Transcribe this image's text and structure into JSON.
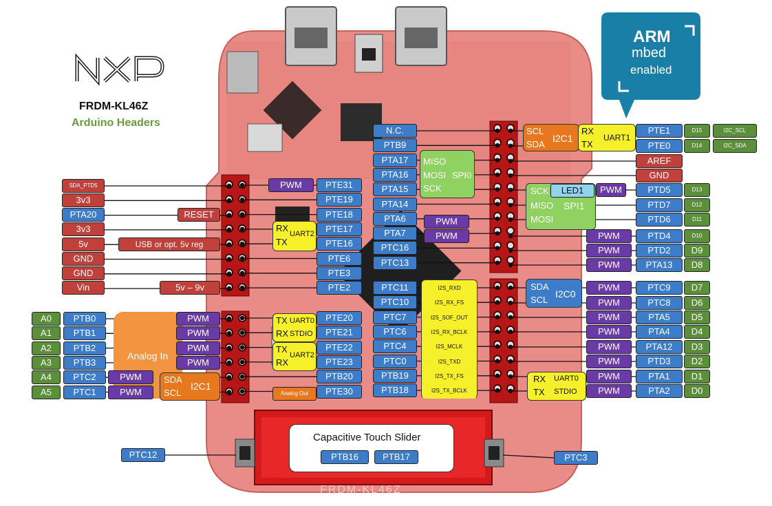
{
  "brand": {
    "logo": "NXP",
    "board_name": "FRDM-KL46Z",
    "subtitle": "Arduino Headers",
    "arm_badge": [
      "ARM",
      "mbed",
      "enabled"
    ],
    "silk_label": "FRDM-KL46Z"
  },
  "colors": {
    "pcb": "#e67a78",
    "pcb_dark": "#c95552",
    "header": "#c21818",
    "blue": "#3d7cc9",
    "red": "#c0403c",
    "green": "#5b8f3a",
    "purple": "#6a3aa6",
    "orange": "#e8781e",
    "yellow": "#f5f02a",
    "light_green": "#8fd262",
    "arm_badge": "#1a7fa6"
  },
  "left_power_header": {
    "sda_ptd5": "SDA_PTD5",
    "v3_1": "3v3",
    "pta20": "PTA20",
    "reset": "RESET",
    "v3_2": "3v3",
    "v5": "5v",
    "usb_note": "USB or opt. 5v reg",
    "gnd_1": "GND",
    "gnd_2": "GND",
    "vin": "Vin",
    "vin_range": "5v – 9v"
  },
  "left_analog_header": {
    "a_labels": [
      "A0",
      "A1",
      "A2",
      "A3",
      "A4",
      "A5"
    ],
    "pins": [
      "PTB0",
      "PTB1",
      "PTB2",
      "PTB3",
      "PTC2",
      "PTC1"
    ],
    "pwm": "PWM",
    "analog_in": "Analog In",
    "i2c_sda": "SDA",
    "i2c_scl": "SCL",
    "i2c": "I2C1"
  },
  "inner_left": {
    "pins_top": [
      "PTE31",
      "PTE19",
      "PTE18",
      "PTE17",
      "PTE16",
      "PTE6",
      "PTE3",
      "PTE2"
    ],
    "pins_bottom": [
      "PTE20",
      "PTE21",
      "PTE22",
      "PTE23",
      "PTB20",
      "PTE30"
    ],
    "pwm": "PWM",
    "uart2": "UART2",
    "rx": "RX",
    "tx": "TX",
    "uart0": "UART0",
    "stdio": "STDIO",
    "analog_out": "Analog Out"
  },
  "inner_right": {
    "pins_top": [
      "N.C.",
      "PTB9",
      "PTA17",
      "PTA16",
      "PTA15",
      "PTA14",
      "PTA6",
      "PTA7",
      "PTC16",
      "PTC13"
    ],
    "pins_bottom": [
      "PTC11",
      "PTC10",
      "PTC7",
      "PTC6",
      "PTC4",
      "PTC0",
      "PTB19",
      "PTB18"
    ],
    "spi_miso": "MISO",
    "spi_mosi": "MOSI",
    "spi_sck": "SCK",
    "spi": "SPI0",
    "pwm": "PWM",
    "i2s": [
      "I2S_RXD",
      "I2S_RX_FS",
      "I2S_SOF_OUT",
      "I2S_RX_BCLK",
      "I2S_MCLK",
      "I2S_TXD",
      "I2S_TX_FS",
      "I2S_TX_BCLK"
    ]
  },
  "right_header": {
    "pins": [
      "PTE1",
      "PTE0",
      "AREF",
      "GND",
      "PTD5",
      "PTD7",
      "PTD6",
      "PTD4",
      "PTD2",
      "PTA13",
      "PTC9",
      "PTC8",
      "PTA5",
      "PTA4",
      "PTA12",
      "PTD3",
      "PTA1",
      "PTA2"
    ],
    "digital": [
      "D15",
      "D14",
      "",
      "",
      "D13",
      "D12",
      "D11",
      "D10",
      "D9",
      "D8",
      "D7",
      "D6",
      "D5",
      "D4",
      "D3",
      "D2",
      "D1",
      "D0"
    ],
    "i2c_scl": "I2C_SCL",
    "i2c_sda": "I2C_SDA",
    "scl": "SCL",
    "sda": "SDA",
    "i2c1": "I2C1",
    "i2c0": "I2C0",
    "rx": "RX",
    "tx": "TX",
    "uart1": "UART1",
    "uart0": "UART0",
    "stdio": "STDIO",
    "sck": "SCK",
    "miso": "MISO",
    "mosi": "MOSI",
    "spi1": "SPI1",
    "led1": "LED1",
    "pwm": "PWM"
  },
  "slider": {
    "title": "Capacitive Touch Slider",
    "pins": [
      "PTB16",
      "PTB17"
    ],
    "left_button": "PTC12",
    "right_button": "PTC3"
  }
}
